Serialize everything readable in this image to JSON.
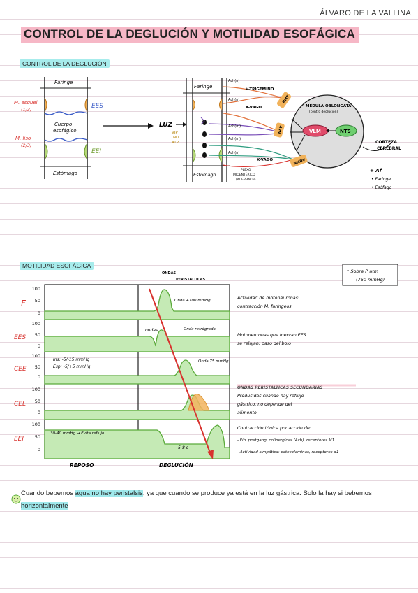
{
  "header": {
    "author": "ÁLVARO DE LA VALLINA"
  },
  "page": {
    "title": "CONTROL DE LA DEGLUCIÓN Y MOTILIDAD ESOFÁGICA"
  },
  "section1": {
    "label": "CONTROL DE LA DEGLUCIÓN",
    "left_diagram": {
      "faringe": "Faringe",
      "m_esquel": "M. esquel",
      "m_esquel_frac": "(1/3)",
      "m_liso": "M. liso",
      "m_liso_frac": "(2/3)",
      "ees": "EES",
      "cuerpo": "Cuerpo",
      "esofagico": "esofágico",
      "eei": "EEI",
      "estomago": "Estómago"
    },
    "luz": "LUZ",
    "right_diagram": {
      "faringe": "Faringe",
      "estomago": "Estómago",
      "vip": "VIP",
      "no": "NO",
      "atp": "ATP",
      "ach_n": "Ach(n)",
      "ach_n2": "Ach(n)",
      "ach_m": "Ach(m)",
      "ach_m2": "Ach(m)",
      "ach_n3": "Ach(n)",
      "v_trigemino": "V-TRIGÉMINO",
      "x_vago": "X-VAGO",
      "x_vago2": "X-VAGO",
      "plexo1": "PLEXO",
      "plexo2": "MIOENTÉRICO",
      "plexo3": "(AUERBACH)",
      "nmt": "NMT",
      "nav": "NAV",
      "nmdv": "NMDV",
      "medula1": "MÉDULA OBLONGATA",
      "medula2": "(centro deglución)",
      "vlm": "VLM",
      "nts": "NTS",
      "corteza1": "CORTEZA",
      "corteza2": "CEREBRAL",
      "af": "+ Af",
      "faringe_item": "• Faringe",
      "esofago_item": "• Esófago"
    }
  },
  "section2": {
    "label": "MOTILIDAD ESOFÁGICA",
    "side_note_1": "* Sobre P atm",
    "side_note_2": "(760 mmHg)",
    "rows": [
      {
        "name": "F",
        "annotation": "Onda +100 mmHg",
        "desc_1": "Actividad de motoneuronas:",
        "desc_2": "contracción M. faríngeos"
      },
      {
        "name": "EES",
        "annotation": "Onda retrógrada",
        "annotation_left": "ondas",
        "desc_1": "Motoneuronas que inervan EES",
        "desc_2": "se relajan: paso del bolo"
      },
      {
        "name": "CEE",
        "annotation": "Onda 75 mmHg",
        "ins": "Ins: -5/-15 mmHg",
        "esp": "Esp: -5/+5 mmHg"
      },
      {
        "name": "CEL",
        "desc_1": "ONDAS PERISTÁLTICAS SECUNDARIAS",
        "desc_2": "Producidas cuando hay reflujo",
        "desc_3": "gástrico, no depende del",
        "desc_4": "alimento"
      },
      {
        "name": "EEI",
        "left_note": "30-40 mmHg → Evita reflujo",
        "duration": "5-8 s",
        "desc_1": "Contracción tónica por acción de:",
        "desc_2": "- Fib. postgang. colinergicas (Ach), receptores M1",
        "desc_3": "- Actividad simpática: catecolaminas, receptores α1"
      }
    ],
    "ondas_label_1": "ONDAS",
    "ondas_label_2": "PERISTÁLTICAS",
    "ticks": [
      "100",
      "50",
      "0"
    ],
    "x_reposo": "REPOSO",
    "x_deglucion": "DEGLUCIÓN"
  },
  "note": {
    "part1": "Cuando bebemos ",
    "hl1": "agua no hay peristalsis",
    "part2": ", ya que cuando se produce ya está en la luz gástrica. Solo la hay si bebemos ",
    "hl2": "horizontalmente"
  }
}
